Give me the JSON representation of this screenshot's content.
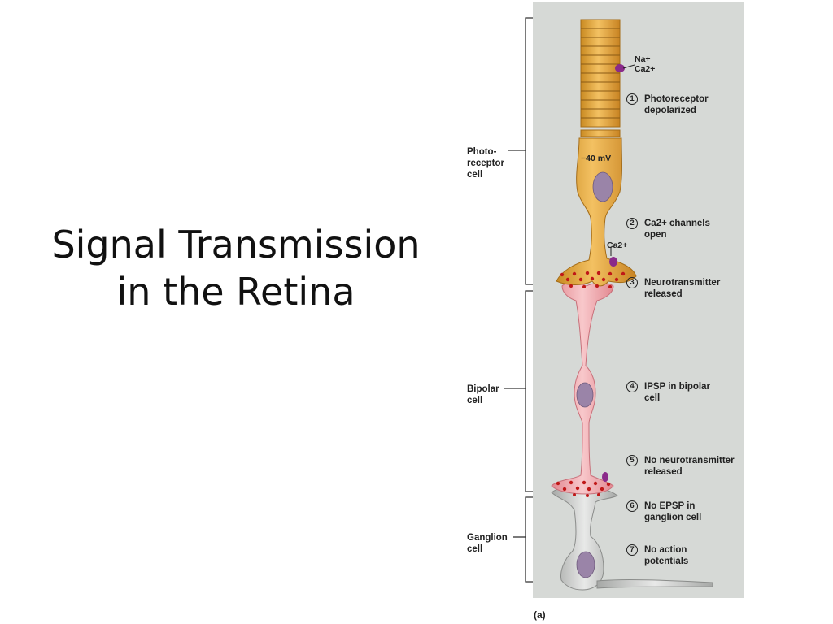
{
  "title": {
    "line1": "Signal Transmission",
    "line2": "in the Retina"
  },
  "figure": {
    "cell_labels": {
      "photoreceptor": [
        "Photo-",
        "receptor",
        "cell"
      ],
      "bipolar": [
        "Bipolar",
        "cell"
      ],
      "ganglion": [
        "Ganglion",
        "cell"
      ]
    },
    "ions_top": [
      "Na+",
      "Ca2+"
    ],
    "ion_mid": "Ca2+",
    "voltage": "−40 mV",
    "steps": [
      {
        "num": "1",
        "lines": [
          "Photoreceptor",
          "depolarized"
        ]
      },
      {
        "num": "2",
        "lines": [
          "Ca2+ channels",
          "open"
        ]
      },
      {
        "num": "3",
        "lines": [
          "Neurotransmitter",
          "released"
        ]
      },
      {
        "num": "4",
        "lines": [
          "IPSP in bipolar",
          "cell"
        ]
      },
      {
        "num": "5",
        "lines": [
          "No neurotransmitter",
          "released"
        ]
      },
      {
        "num": "6",
        "lines": [
          "No EPSP in",
          "ganglion cell"
        ]
      },
      {
        "num": "7",
        "lines": [
          "No action",
          "potentials"
        ]
      }
    ],
    "caption": "(a)",
    "colors": {
      "photoreceptor": "#e0a43a",
      "bipolar": "#f2a9ae",
      "ganglion": "#c4c6c4",
      "nucleus": "#9a84a8",
      "vesicle": "#c01818",
      "channel": "#8a2a8a"
    }
  }
}
